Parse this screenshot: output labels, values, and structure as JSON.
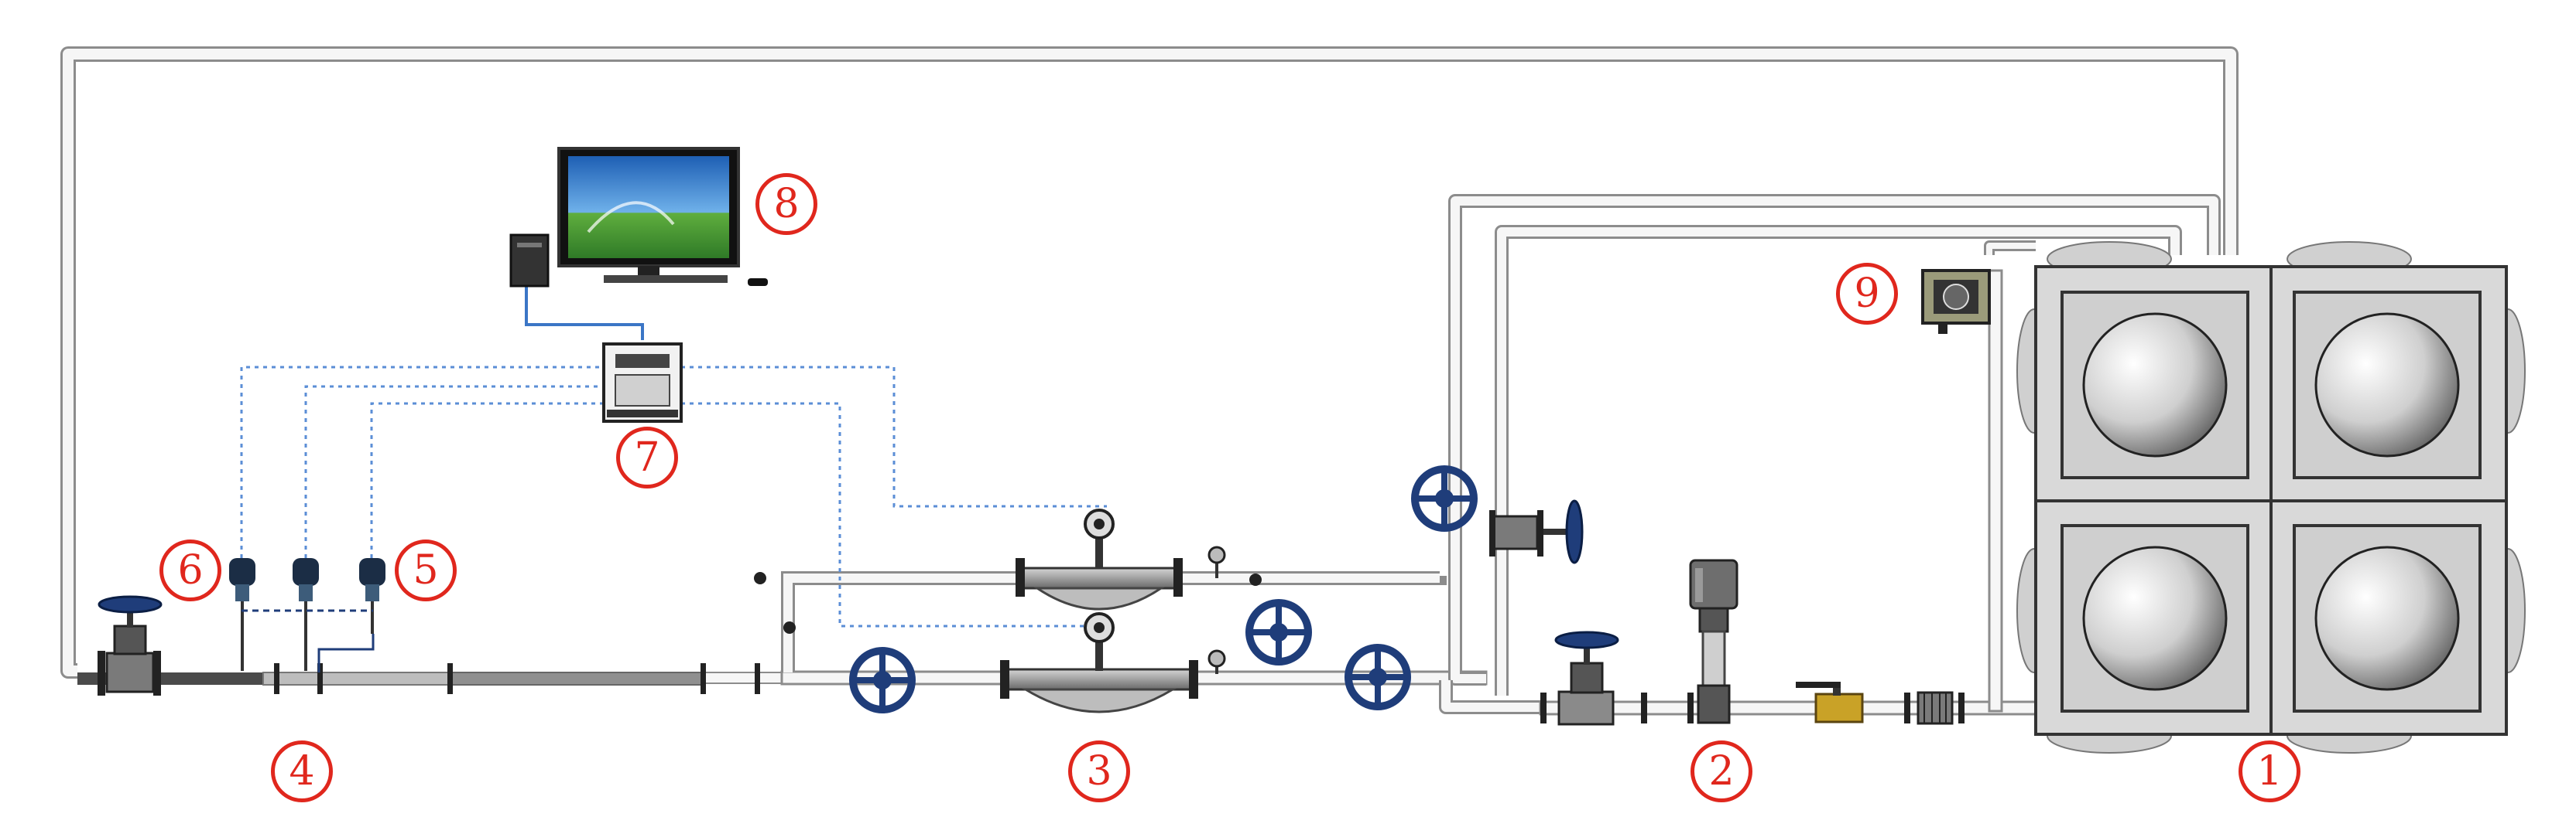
{
  "labels": [
    "1",
    "2",
    "3",
    "4",
    "5",
    "6",
    "7",
    "8",
    "9"
  ],
  "colors": {
    "label_red": "#e0271d",
    "pipe_fill": "#f6f6f6",
    "pipe_edge": "#8c8c8c",
    "valve_wheel": "#1f3d7a",
    "signal_line": "#5b8ed6",
    "tank_panel": "#d9d9d9",
    "screen_sky": "#2f73c8",
    "screen_grass": "#4a9a3a",
    "pump_steel": "#6e6e6e",
    "brass": "#c9a227"
  }
}
